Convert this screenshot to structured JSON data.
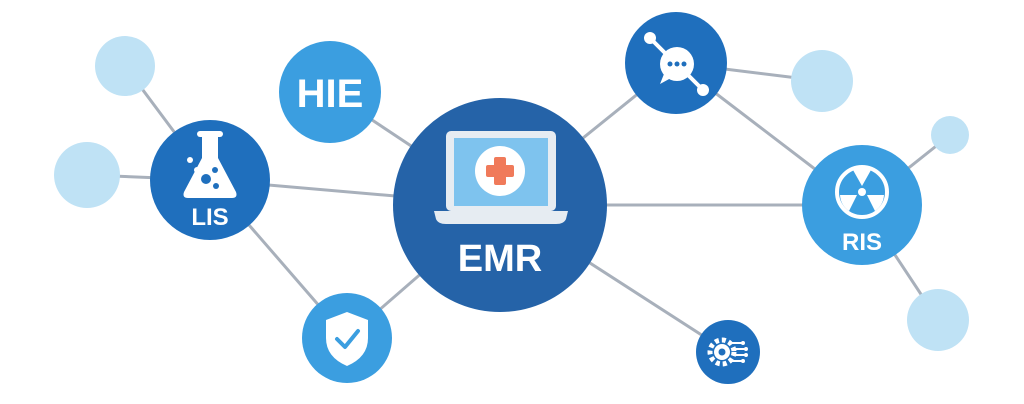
{
  "nodes": {
    "emr": {
      "label": "EMR",
      "color": "#2563a8"
    },
    "hie": {
      "label": "HIE",
      "color": "#3b9ee0"
    },
    "lis": {
      "label": "LIS",
      "color": "#1f6fbd"
    },
    "ris": {
      "label": "RIS",
      "color": "#3b9ee0"
    },
    "chat": {
      "color": "#1f6fbd"
    },
    "shield": {
      "color": "#3b9ee0"
    },
    "gear": {
      "color": "#1f6fbd"
    }
  },
  "colors": {
    "edge": "#a8b0bb",
    "bubble": "#bfe2f5",
    "laptop_body": "#e6ecf2",
    "laptop_screen": "#7ec3ee",
    "cross": "#f07a5a"
  },
  "icons": {
    "emr": "laptop-medical-icon",
    "lis": "flask-icon",
    "ris": "radiation-icon",
    "chat": "chat-network-icon",
    "shield": "shield-check-icon",
    "gear": "gear-circuit-icon"
  }
}
